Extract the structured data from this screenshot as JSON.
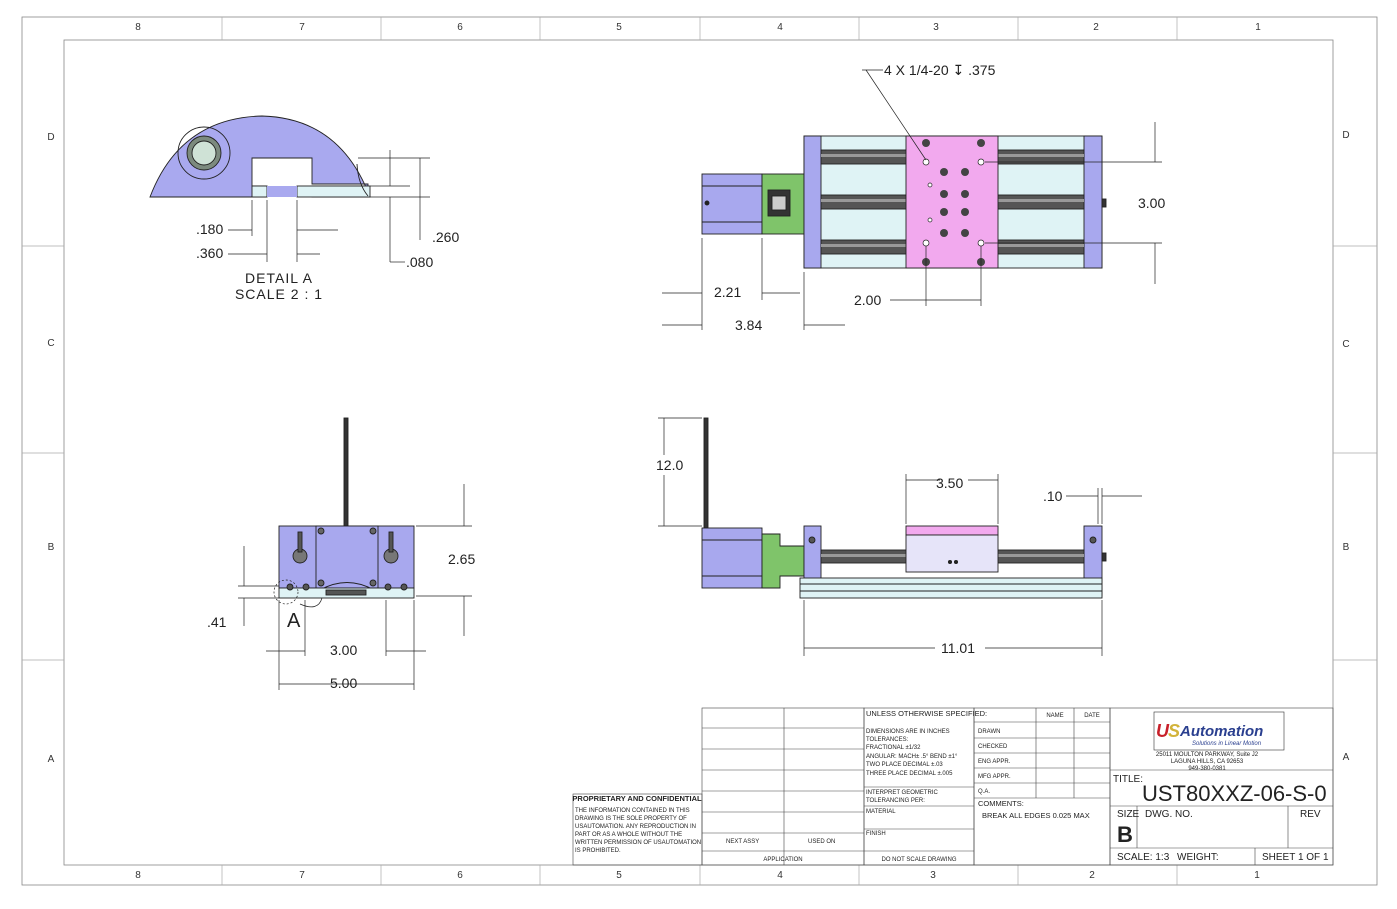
{
  "zones": {
    "columns": [
      "8",
      "7",
      "6",
      "5",
      "4",
      "3",
      "2",
      "1"
    ],
    "rows": [
      "D",
      "C",
      "B",
      "A"
    ]
  },
  "detail": {
    "dim_180": ".180",
    "dim_360": ".360",
    "dim_260": ".260",
    "dim_080": ".080",
    "label": "DETAIL A",
    "scale": "SCALE 2 : 1"
  },
  "top_view": {
    "callout": "4 X 1/4-20 ↧ .375",
    "dim_300": "3.00",
    "dim_221": "2.21",
    "dim_200": "2.00",
    "dim_384": "3.84"
  },
  "end_view": {
    "dim_265": "2.65",
    "dim_041": ".41",
    "detail_callout": "A",
    "dim_300": "3.00",
    "dim_500": "5.00"
  },
  "side_view": {
    "dim_120": "12.0",
    "dim_350": "3.50",
    "dim_010": ".10",
    "dim_1101": "11.01"
  },
  "title_block": {
    "proprietary_title": "PROPRIETARY AND CONFIDENTIAL",
    "proprietary_text": [
      "THE INFORMATION CONTAINED IN THIS",
      "DRAWING IS THE SOLE PROPERTY OF",
      "USAUTOMATION. ANY REPRODUCTION IN",
      "PART OR AS A WHOLE WITHOUT THE",
      "WRITTEN PERMISSION OF USAUTOMATION",
      "IS PROHIBITED."
    ],
    "next_assy": "NEXT ASSY",
    "used_on": "USED ON",
    "application": "APPLICATION",
    "tolerance_header": "UNLESS OTHERWISE SPECIFIED:",
    "tolerance_lines": [
      "DIMENSIONS ARE IN INCHES",
      "TOLERANCES:",
      "FRACTIONAL ±1/32",
      "ANGULAR: MACH± .5° BEND ±1°",
      "TWO PLACE DECIMAL   ±.03",
      "THREE PLACE DECIMAL ±.005"
    ],
    "interpret": [
      "INTERPRET GEOMETRIC",
      "TOLERANCING PER:"
    ],
    "material": "MATERIAL",
    "finish": "FINISH",
    "do_not_scale": "DO NOT SCALE DRAWING",
    "col_name": "NAME",
    "col_date": "DATE",
    "rows": [
      "DRAWN",
      "CHECKED",
      "ENG APPR.",
      "MFG APPR.",
      "Q.A."
    ],
    "comments_label": "COMMENTS:",
    "comments": "BREAK ALL EDGES 0.025 MAX",
    "logo_text": "Automation",
    "logo_tagline": "Solutions in Linear Motion",
    "address": [
      "25011 MOULTON PARKWAY, Suite J2",
      "LAGUNA HILLS, CA 92653",
      "949-380-0381"
    ],
    "title_label": "TITLE:",
    "title": "UST80XXZ-06-S-0",
    "size_label": "SIZE",
    "size": "B",
    "dwg_no_label": "DWG.  NO.",
    "rev_label": "REV",
    "scale": "SCALE: 1:3",
    "weight": "WEIGHT:",
    "sheet": "SHEET 1 OF 1"
  },
  "colors": {
    "motor": "#a8a8ee",
    "carriage": "#f2a9ee",
    "coupler": "#7fc46a",
    "rail": "#dff3f5",
    "detail_fill": "#a9a9ef",
    "line": "#222222"
  }
}
